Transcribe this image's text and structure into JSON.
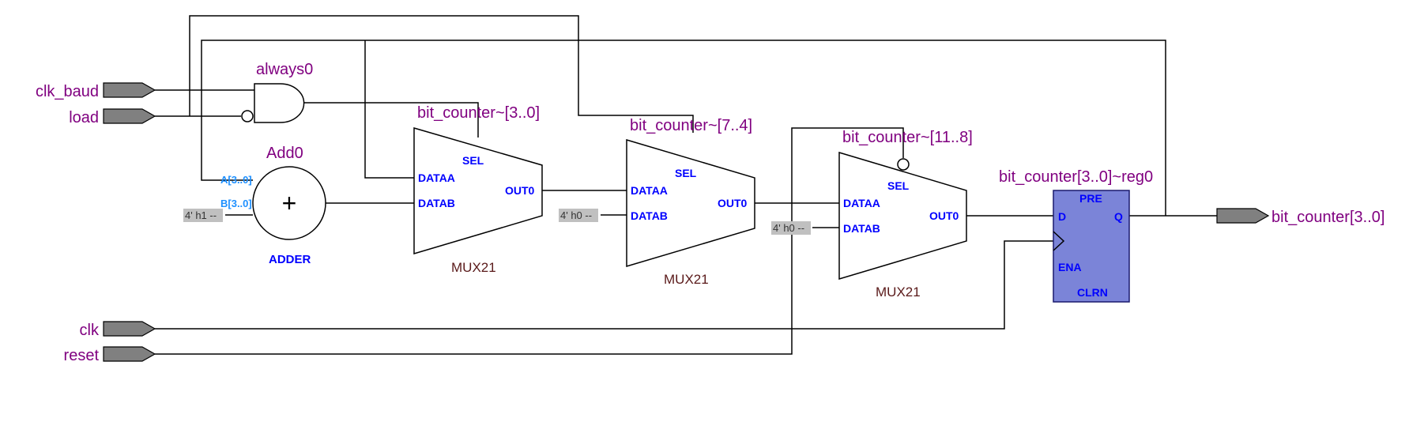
{
  "inputs": {
    "clk_baud": "clk_baud",
    "load": "load",
    "clk": "clk",
    "reset": "reset"
  },
  "outputs": {
    "bit_counter": "bit_counter[3..0]"
  },
  "and_gate": {
    "name": "always0"
  },
  "adder": {
    "name": "Add0",
    "operator": "+",
    "type": "ADDER",
    "pin_a": "A[3..0]",
    "pin_b": "B[3..0]",
    "const_b": "4' h1 --"
  },
  "mux1": {
    "name": "bit_counter~[3..0]",
    "type": "MUX21",
    "sel": "SEL",
    "dataa": "DATAA",
    "datab": "DATAB",
    "out": "OUT0"
  },
  "mux2": {
    "name": "bit_counter~[7..4]",
    "type": "MUX21",
    "sel": "SEL",
    "dataa": "DATAA",
    "datab": "DATAB",
    "out": "OUT0",
    "const_b": "4' h0 --"
  },
  "mux3": {
    "name": "bit_counter~[11..8]",
    "type": "MUX21",
    "sel": "SEL",
    "dataa": "DATAA",
    "datab": "DATAB",
    "out": "OUT0",
    "const_b": "4' h0 --"
  },
  "register": {
    "name": "bit_counter[3..0]~reg0",
    "pre": "PRE",
    "d": "D",
    "q": "Q",
    "ena": "ENA",
    "clrn": "CLRN"
  },
  "colors": {
    "instance_label": "#800080",
    "pin_label": "#0000ff",
    "register_fill": "#7b84d8",
    "port_fill": "#808080",
    "constant_box": "#c0c0c0"
  }
}
